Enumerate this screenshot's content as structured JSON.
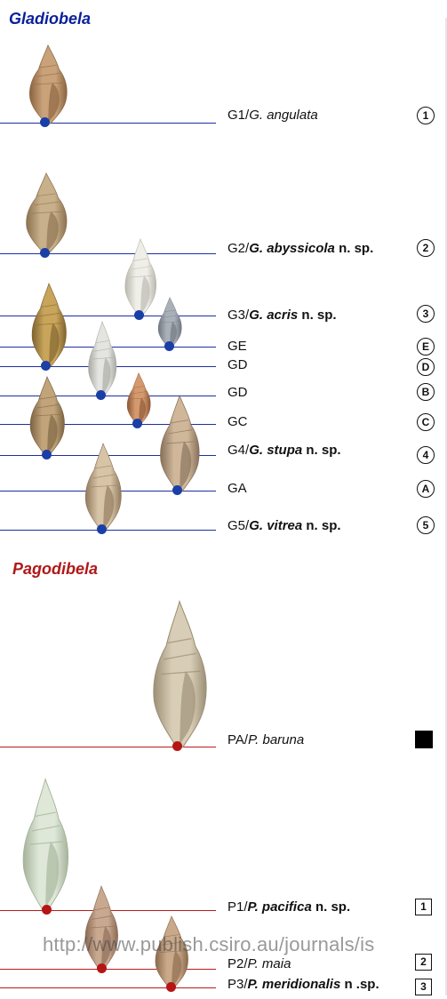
{
  "figure": {
    "gladiobela": {
      "title": "Gladiobela",
      "title_color": "#0a1f9a",
      "line_color": "#1f2fa0",
      "dot_color": "#1a3fa6",
      "rows": [
        {
          "id": "G1",
          "label_code": "G1/",
          "label_italic": "G. angulata",
          "label_bold": false,
          "label_suffix": "",
          "marker": "1",
          "shell_color": "#c9a27a",
          "shell_shade": "#8a6440"
        },
        {
          "id": "G2",
          "label_code": "G2/",
          "label_italic": "G. abyssicola",
          "label_bold": true,
          "label_suffix": " n. sp.",
          "marker": "2",
          "shell_color": "#c8b08a",
          "shell_shade": "#8c7250"
        },
        {
          "id": "G3",
          "label_code": "G3/",
          "label_italic": "G.  acris",
          "label_bold": true,
          "label_suffix": " n. sp.",
          "marker": "3",
          "shell_color": "#efeee8",
          "shell_shade": "#b9b7ad"
        },
        {
          "id": "GE",
          "label_code": "GE",
          "label_italic": "",
          "label_bold": false,
          "label_suffix": "",
          "marker": "E",
          "shell_color": "#aab0b8",
          "shell_shade": "#6f767f"
        },
        {
          "id": "GD1",
          "label_code": "GD",
          "label_italic": "",
          "label_bold": false,
          "label_suffix": "",
          "marker": "D",
          "shell_color": "#c8a55a",
          "shell_shade": "#7e6330"
        },
        {
          "id": "GD2",
          "label_code": "GD",
          "label_italic": "",
          "label_bold": false,
          "label_suffix": "",
          "marker": "B",
          "shell_color": "#e4e4e0",
          "shell_shade": "#a9a9a3"
        },
        {
          "id": "GC",
          "label_code": "GC",
          "label_italic": "",
          "label_bold": false,
          "label_suffix": "",
          "marker": "C",
          "shell_color": "#d49a6e",
          "shell_shade": "#8a5636"
        },
        {
          "id": "G4",
          "label_code": "G4/",
          "label_italic": "G. stupa",
          "label_bold": true,
          "label_suffix": " n. sp.",
          "marker": "4",
          "shell_color": "#c2a47a",
          "shell_shade": "#7b6242"
        },
        {
          "id": "GA",
          "label_code": "GA",
          "label_italic": "",
          "label_bold": false,
          "label_suffix": "",
          "marker": "A",
          "shell_color": "#d0b79a",
          "shell_shade": "#86705a"
        },
        {
          "id": "G5",
          "label_code": "G5/",
          "label_italic": "G. vitrea",
          "label_bold": true,
          "label_suffix": " n. sp.",
          "marker": "5",
          "shell_color": "#d7c3a6",
          "shell_shade": "#907a5d"
        }
      ]
    },
    "pagodibela": {
      "title": "Pagodibela",
      "title_color": "#b01818",
      "line_color": "#b81c1c",
      "dot_color": "#b51515",
      "rows": [
        {
          "id": "PA",
          "label_code": "PA/",
          "label_italic": "P. baruna",
          "label_bold": false,
          "label_suffix": "",
          "marker": "",
          "marker_style": "filled-square",
          "shell_color": "#d8cdb6",
          "shell_shade": "#9b8f76"
        },
        {
          "id": "P1",
          "label_code": "P1/",
          "label_italic": "P. pacifica",
          "label_bold": true,
          "label_suffix": " n. sp.",
          "marker": "1",
          "marker_style": "square",
          "shell_color": "#dfe8d8",
          "shell_shade": "#a5b39b"
        },
        {
          "id": "P2",
          "label_code": "P2/",
          "label_italic": "P. maia",
          "label_bold": false,
          "label_suffix": "",
          "marker": "2",
          "marker_style": "square",
          "shell_color": "#c9a890",
          "shell_shade": "#8b6a55"
        },
        {
          "id": "P3",
          "label_code": "P3/",
          "label_italic": "P. meridionalis",
          "label_bold": true,
          "label_suffix": " n .sp.",
          "marker": "3",
          "marker_style": "square",
          "shell_color": "#c9a98a",
          "shell_shade": "#8a6a4c"
        }
      ]
    },
    "watermark": "http://www.publish.csiro.au/journals/is"
  }
}
